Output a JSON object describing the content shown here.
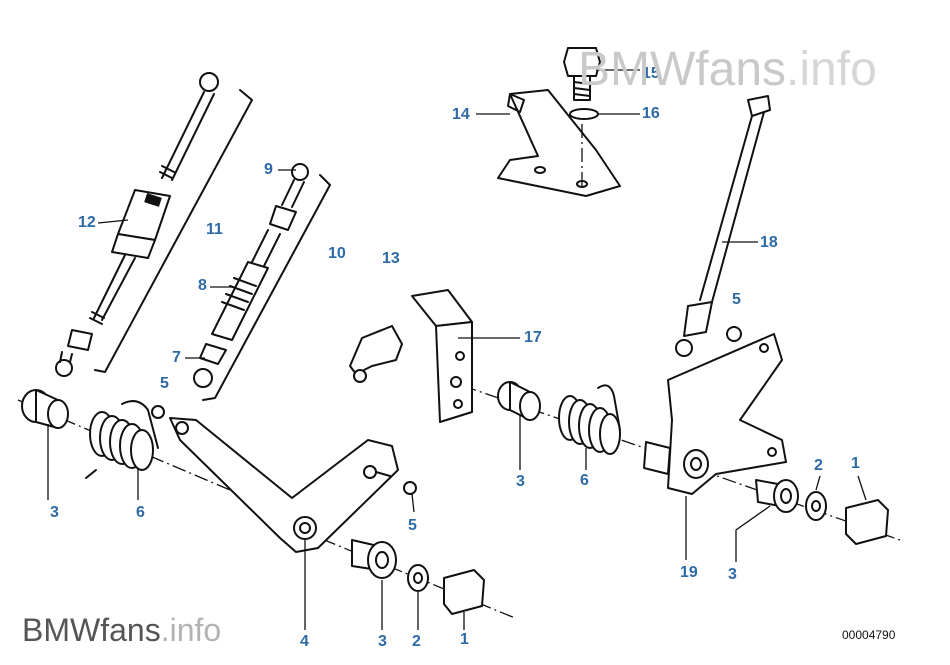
{
  "watermark": {
    "brand": "BMWfans",
    "suffix": ".info"
  },
  "diagram_number": "00004790",
  "callouts": {
    "c1a": "1",
    "c1b": "1",
    "c2a": "2",
    "c2b": "2",
    "c3a": "3",
    "c3b": "3",
    "c3c": "3",
    "c3d": "3",
    "c4": "4",
    "c5a": "5",
    "c5b": "5",
    "c5c": "5",
    "c6a": "6",
    "c6b": "6",
    "c7": "7",
    "c8": "8",
    "c9": "9",
    "c10": "10",
    "c11": "11",
    "c12": "12",
    "c13": "13",
    "c14": "14",
    "c15": "15",
    "c16": "16",
    "c17": "17",
    "c18": "18",
    "c19": "19"
  },
  "colors": {
    "callout": "#2e6aa6",
    "line": "#111111"
  }
}
